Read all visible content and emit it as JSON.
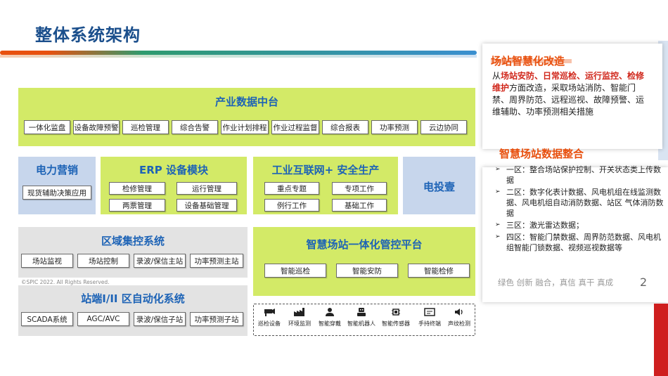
{
  "title": "整体系统架构",
  "copyright": "©SPIC 2022. All Rights Reserved.",
  "industry_data": {
    "title": "产业数据中台",
    "items": [
      "一体化监盘",
      "设备故障预警",
      "巡检管理",
      "综合告警",
      "作业计划排程",
      "作业过程监督",
      "综合报表",
      "功率预测",
      "云边协同"
    ]
  },
  "power_marketing": {
    "title": "电力营销",
    "items": [
      "现货辅助决策应用"
    ]
  },
  "erp": {
    "title": "ERP 设备模块",
    "items": [
      "检修管理",
      "运行管理",
      "两票管理",
      "设备基础管理"
    ]
  },
  "iiot": {
    "title": "工业互联网+ 安全生产",
    "items": [
      "重点专题",
      "专项工作",
      "例行工作",
      "基础工作"
    ]
  },
  "diantouyi": {
    "title": "电投壹"
  },
  "regional": {
    "title": "区域集控系统",
    "items": [
      "场站监视",
      "场站控制",
      "录波/保信主站",
      "功率预测主站"
    ]
  },
  "smart_station": {
    "title": "智慧场站一体化管控平台",
    "items": [
      "智能巡检",
      "智能安防",
      "智能检修"
    ]
  },
  "station_end": {
    "title": "站端I/II 区自动化系统",
    "items": [
      "SCADA系统",
      "AGC/AVC",
      "录波/保信子站",
      "功率预测子站"
    ]
  },
  "devices": [
    {
      "icon": "camera-icon",
      "label": "巡检设备"
    },
    {
      "icon": "factory-icon",
      "label": "环境监测"
    },
    {
      "icon": "wearable-icon",
      "label": "智能穿戴"
    },
    {
      "icon": "robot-icon",
      "label": "智能机器人"
    },
    {
      "icon": "sensor-icon",
      "label": "智能传感器"
    },
    {
      "icon": "handheld-icon",
      "label": "手持终端"
    },
    {
      "icon": "speaker-icon",
      "label": "声纹检测"
    }
  ],
  "panel": {
    "upper_title": "场站智慧化改造",
    "upper_intro": "从",
    "upper_highlights": "场站安防、日常巡检、运行监控、检修维护",
    "upper_text": "方面改造，采取场站消防、智能门禁、周界防范、远程巡视、故障预警、运维辅助、功率预测相关措施",
    "lower_title": "智慧场站数据整合",
    "bullets": [
      "一区：整合场站保护控制、开关状态类上传数据",
      "二区：数字化表计数据、风电机组在线监测数据、风电机组自动消防数据、站区 气体消防数据",
      "三区：激光雷达数据；",
      "四区：智能门禁数据、周界防范数据、风电机组智能门锁数据、视频巡视数据等"
    ],
    "slogan": "绿色 创新 融合，真信 真干 真成",
    "page_number": "2"
  },
  "colors": {
    "title": "#1b4f8c",
    "accent_orange": "#e8500e",
    "lime": "#d3ea67",
    "blue": "#1d63b6",
    "red": "#d0281c"
  }
}
